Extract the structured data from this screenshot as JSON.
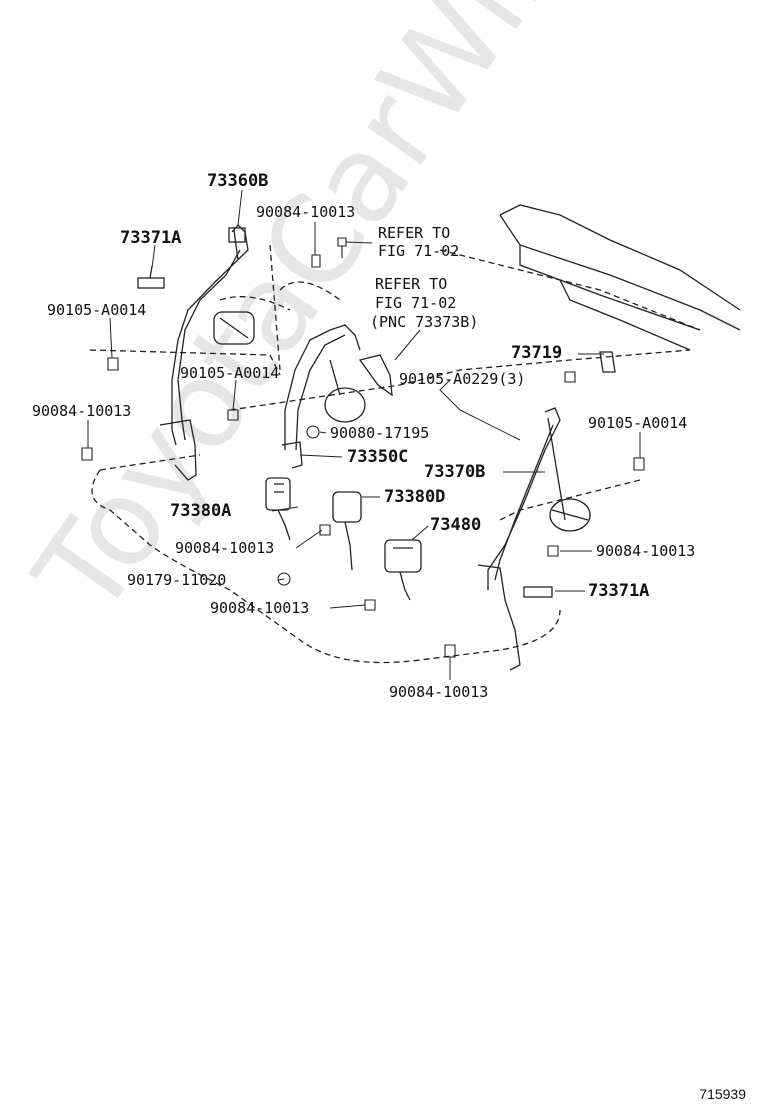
{
  "watermark": "ToyotaCarWin.ru",
  "diagram_id": "715939",
  "labels": {
    "p73360B": "73360B",
    "p90084_top": "90084-10013",
    "p73371A_left": "73371A",
    "refer1_line1": "REFER TO",
    "refer1_line2": "FIG 71-02",
    "refer2_line1": "REFER TO",
    "refer2_line2": "FIG 71-02",
    "refer2_line3": "(PNC 73373B)",
    "p90105_left": "90105-A0014",
    "p73719": "73719",
    "p90105_mid": "90105-A0014",
    "p90105_a0229": "90105-A0229(3)",
    "p90084_left": "90084-10013",
    "p90105_right": "90105-A0014",
    "p90080": "90080-17195",
    "p73350C": "73350C",
    "p73370B": "73370B",
    "p73380D": "73380D",
    "p73380A": "73380A",
    "p73480": "73480",
    "p90084_mid": "90084-10013",
    "p90084_right": "90084-10013",
    "p90179": "90179-11020",
    "p73371A_right": "73371A",
    "p90084_low": "90084-10013",
    "p90084_bottom": "90084-10013"
  }
}
